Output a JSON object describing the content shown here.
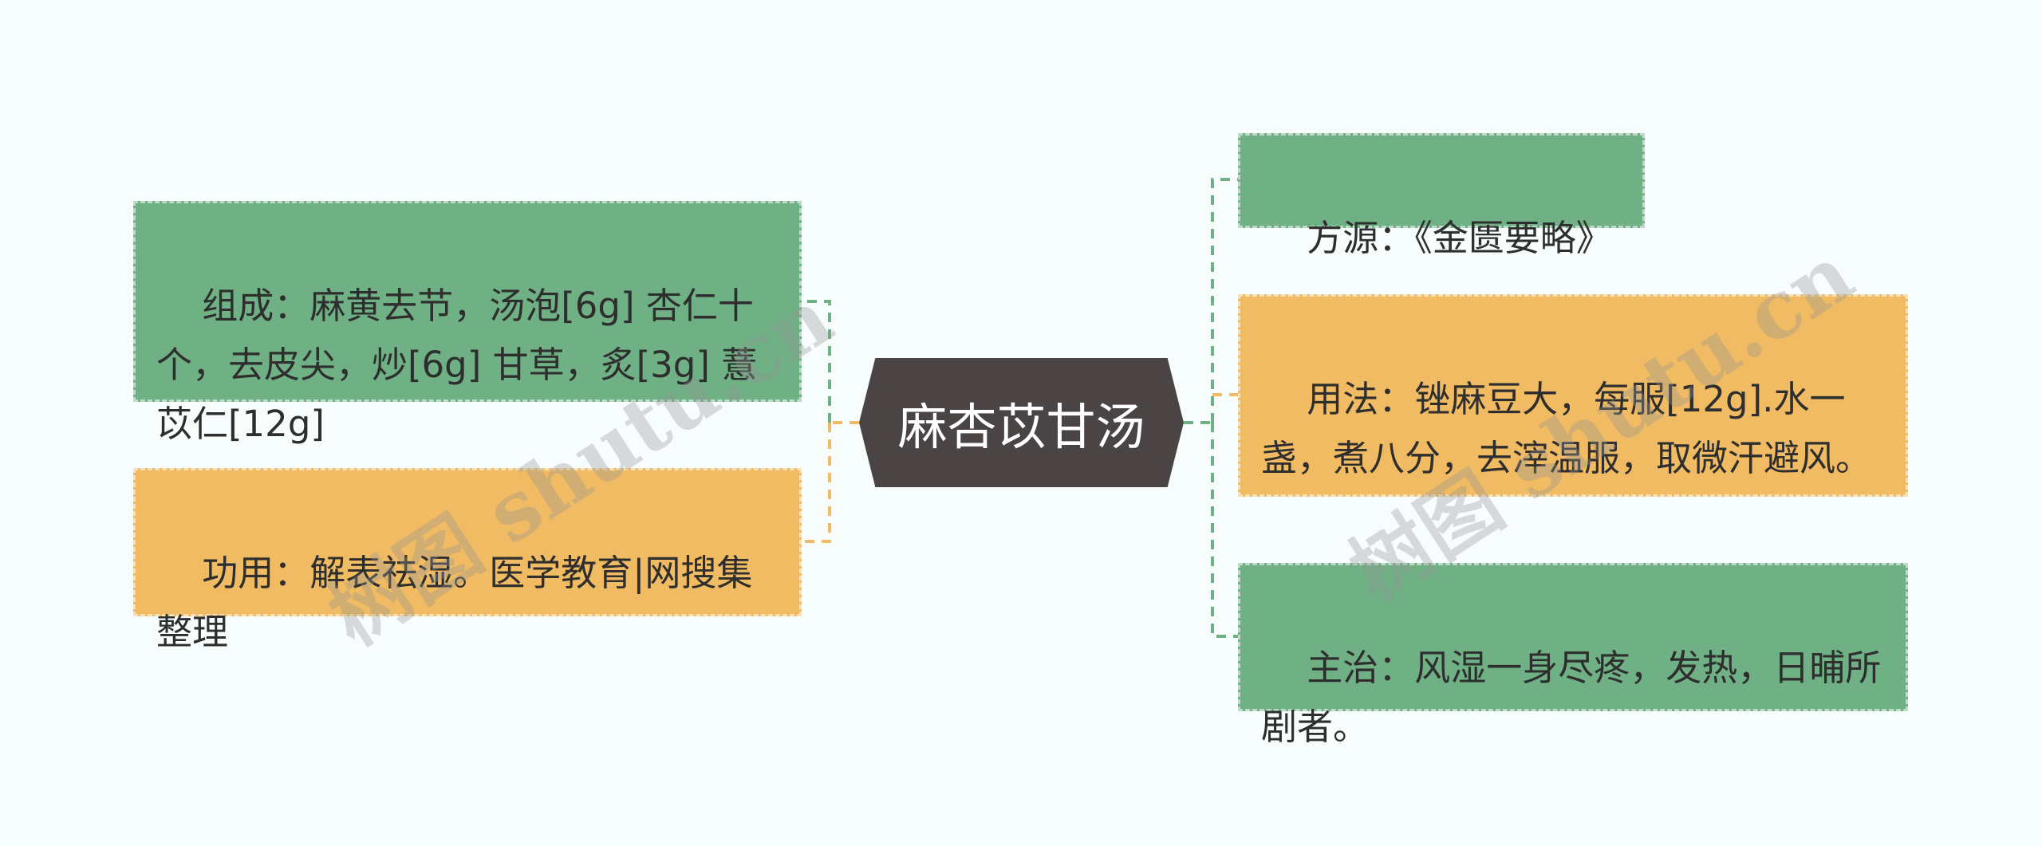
{
  "central": {
    "title": "麻杏苡甘汤"
  },
  "left": [
    {
      "text": "组成：麻黄去节，汤泡[6g] 杏仁十个，去皮尖，炒[6g] 甘草，炙[3g] 薏苡仁[12g]",
      "color": "#6fb085"
    },
    {
      "text": "功用：解表祛湿。医学教育|网搜集整理",
      "color": "#f0bb62"
    }
  ],
  "right": [
    {
      "text": "方源：《金匮要略》",
      "color": "#6fb085"
    },
    {
      "text": "用法：锉麻豆大，每服[12g].水一盏，煮八分，去滓温服，取微汗避风。",
      "color": "#f0bb62"
    },
    {
      "text": "主治：风湿一身尽疼，发热，日晡所剧者。",
      "color": "#6fb085"
    }
  ],
  "watermarks": [
    "树图 shutu.cn",
    "树图 shutu.cn"
  ],
  "colors": {
    "green": "#6fb085",
    "orange": "#f0bb62",
    "central_bg": "#4a4444",
    "background": "#f7fdfd"
  }
}
